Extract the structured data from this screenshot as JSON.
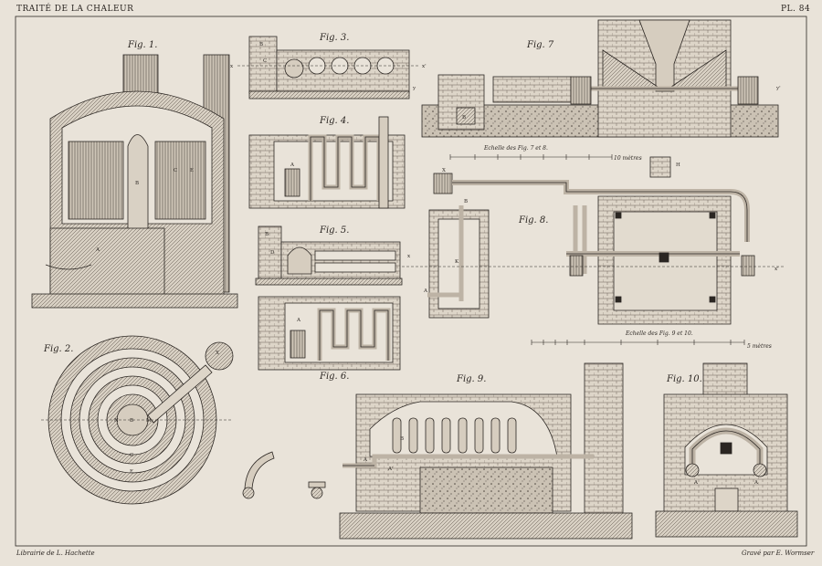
{
  "header": {
    "title": "TRAITÉ DE LA CHALEUR",
    "plate": "PL. 84"
  },
  "footer": {
    "publisher": "Librairie de L. Hachette",
    "engraver": "Gravé par E. Wormser"
  },
  "figures": {
    "fig1": "Fig. 1.",
    "fig2": "Fig. 2.",
    "fig3": "Fig. 3.",
    "fig4": "Fig. 4.",
    "fig5": "Fig. 5.",
    "fig6": "Fig. 6.",
    "fig7": "Fig. 7",
    "fig8": "Fig. 8.",
    "fig9": "Fig. 9.",
    "fig10": "Fig. 10."
  },
  "scales": {
    "scale_7_8": "Echelle des Fig. 7 et 8.",
    "scale_7_8_end": "10 mètres",
    "scale_9_10": "Echelle des Fig. 9 et 10.",
    "scale_9_10_end": "5 mètres"
  },
  "letters": {
    "A": "A",
    "B": "B",
    "C": "C",
    "D": "D",
    "E": "E",
    "K": "K",
    "X": "X",
    "H": "H",
    "M": "M",
    "N": "N",
    "x": "x",
    "xp": "x'",
    "y": "y",
    "yp": "y'",
    "Ap": "A'"
  },
  "colors": {
    "paper": "#e9e3d9",
    "ink": "#2b2622"
  }
}
